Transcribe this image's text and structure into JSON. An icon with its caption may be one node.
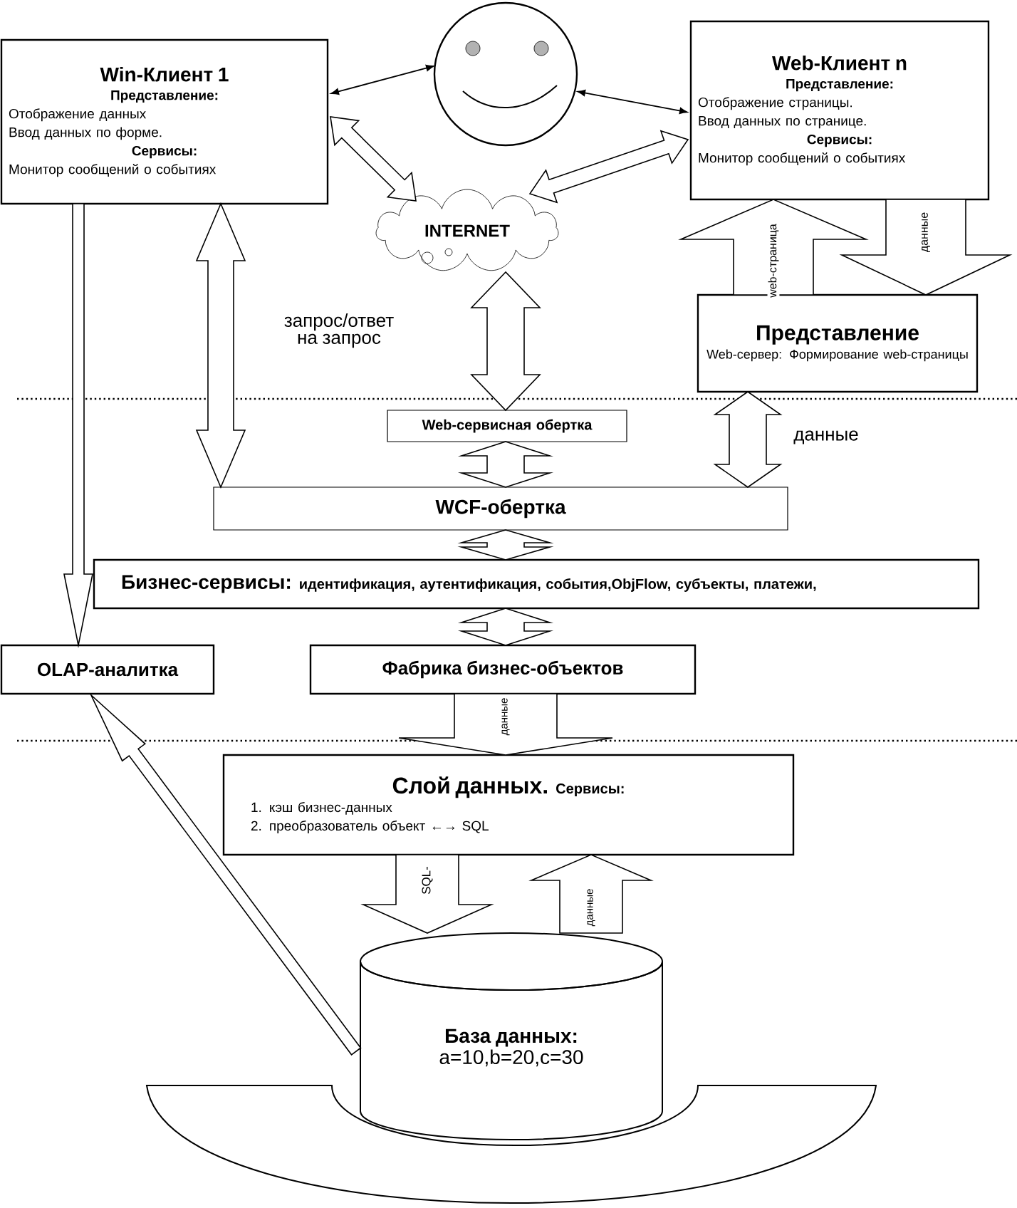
{
  "diagram": {
    "nodes": [
      {
        "text": [
          "Win-Клиент 1",
          "Представление:",
          "Отображение данных",
          "Ввод данных по форме.",
          "Сервисы:",
          "Монитор сообщений о событиях"
        ]
      },
      {
        "text": [],
        "shape": "circle"
      },
      {
        "text": [
          "Web-Клиент n",
          "Представление:",
          "Отображение страницы.",
          "Ввод данных по странице.",
          "Сервисы:",
          "Монитор сообщений о событиях"
        ]
      },
      {
        "text": [
          "INTERNET"
        ]
      },
      {
        "text": [
          "Представление",
          "Web-сервер: Формирование web-страницы"
        ]
      },
      {
        "text": [
          "Web-сервисная обертка"
        ]
      },
      {
        "text": [
          "WCF-обертка"
        ]
      },
      {
        "text": [
          "Бизнес-сервисы:",
          "идентификация, аутентификация, события,ObjFlow, субъекты, платежи,"
        ]
      },
      {
        "text": [
          "OLAP-аналитка"
        ]
      },
      {
        "text": [
          "Фабрика бизнес-объектов"
        ]
      },
      {
        "text": [
          "Слой данных.",
          "Сервисы:",
          "1. кэш бизнес-данных",
          "2. преобразователь объект ←→ SQL"
        ]
      },
      {
        "text": [
          "База данных:",
          "a=10,b=20,c=30"
        ]
      }
    ],
    "edges": [
      {
        "from": 0,
        "to": 1,
        "arrow": "both"
      },
      {
        "from": 1,
        "to": 2,
        "arrow": "both"
      },
      {
        "from": 0,
        "to": 3,
        "arrow": "both"
      },
      {
        "from": 3,
        "to": 2,
        "arrow": "both"
      },
      {
        "from": 0,
        "to": 6,
        "arrow": "both",
        "label": "запрос/ответ на запрос"
      },
      {
        "from": 0,
        "to": 8,
        "arrow": "to"
      },
      {
        "from": 4,
        "to": 2,
        "arrow": "to",
        "label": "web-страница"
      },
      {
        "from": 2,
        "to": 4,
        "arrow": "to",
        "label": "данные"
      },
      {
        "from": 3,
        "to": 5,
        "arrow": "both"
      },
      {
        "from": 4,
        "to": 6,
        "arrow": "both",
        "label": "данные"
      },
      {
        "from": 5,
        "to": 6,
        "arrow": "both"
      },
      {
        "from": 6,
        "to": 7,
        "arrow": "both"
      },
      {
        "from": 7,
        "to": 9,
        "arrow": "both"
      },
      {
        "from": 9,
        "to": 10,
        "arrow": "to",
        "label": "данные"
      },
      {
        "from": 10,
        "to": 11,
        "arrow": "to",
        "label": "SQL-"
      },
      {
        "from": 11,
        "to": 10,
        "arrow": "to",
        "label": "данные"
      },
      {
        "from": 11,
        "to": 8,
        "arrow": "to"
      }
    ]
  }
}
